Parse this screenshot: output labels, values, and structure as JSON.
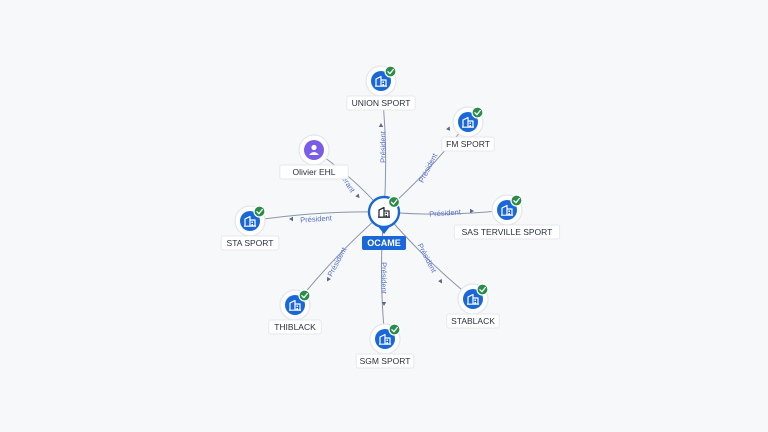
{
  "colors": {
    "company": "#1a68d8",
    "person": "#7b5ce6",
    "verified": "#2a8c4a",
    "edge": "#8b95a8",
    "edge_label": "#5470c6"
  },
  "center": {
    "label": "OCAME",
    "icon": "building-icon",
    "verified": true
  },
  "nodes": [
    {
      "id": "union-sport",
      "label": "UNION SPORT",
      "type": "company",
      "icon": "building-icon",
      "verified": true,
      "relation": "Président"
    },
    {
      "id": "fm-sport",
      "label": "FM SPORT",
      "type": "company",
      "icon": "building-icon",
      "verified": true,
      "relation": "Président"
    },
    {
      "id": "sas-terville-sport",
      "label": "SAS TERVILLE SPORT",
      "type": "company",
      "icon": "building-icon",
      "verified": true,
      "relation": "Président"
    },
    {
      "id": "stablack",
      "label": "STABLACK",
      "type": "company",
      "icon": "building-icon",
      "verified": true,
      "relation": "Président"
    },
    {
      "id": "sgm-sport",
      "label": "SGM SPORT",
      "type": "company",
      "icon": "building-icon",
      "verified": true,
      "relation": "Président"
    },
    {
      "id": "thiblack",
      "label": "THIBLACK",
      "type": "company",
      "icon": "building-icon",
      "verified": true,
      "relation": "Président"
    },
    {
      "id": "sta-sport",
      "label": "STA SPORT",
      "type": "company",
      "icon": "building-icon",
      "verified": true,
      "relation": "Président"
    },
    {
      "id": "olivier-ehl",
      "label": "Olivier EHL",
      "type": "person",
      "icon": "person-icon",
      "verified": false,
      "relation": "Gérant"
    }
  ]
}
